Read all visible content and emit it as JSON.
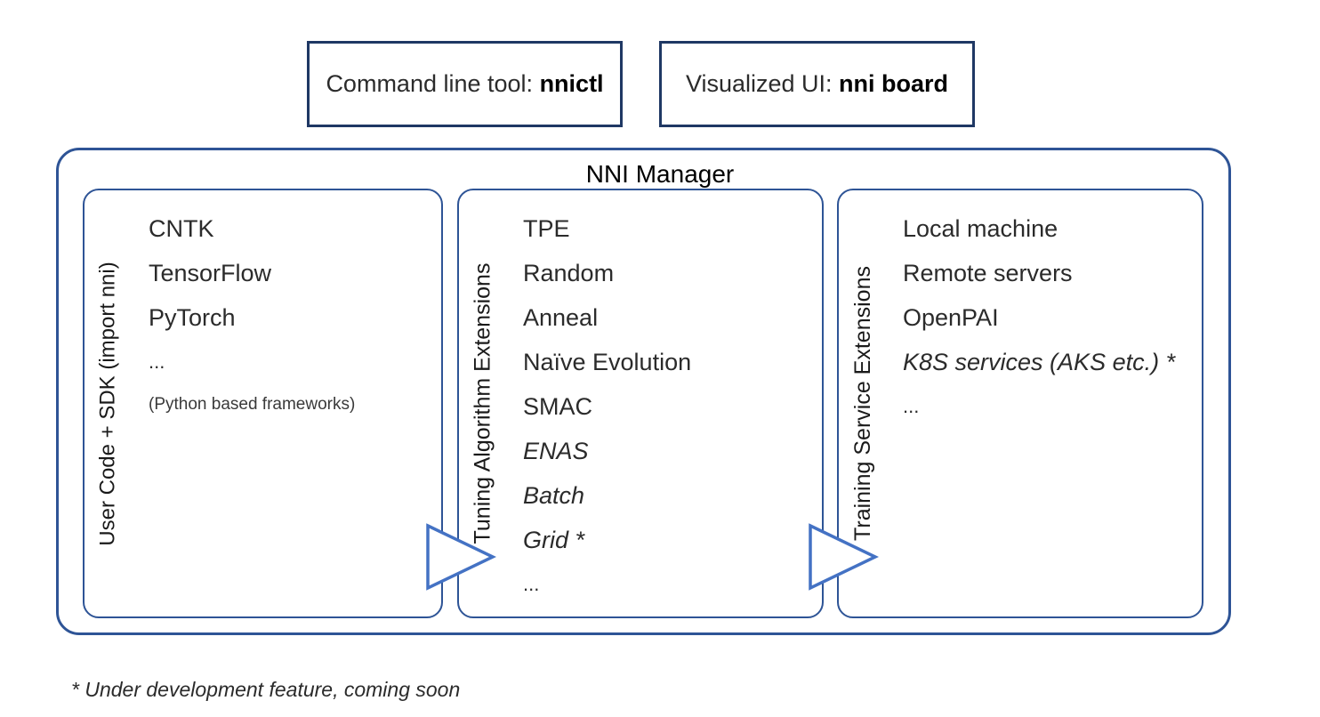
{
  "top_boxes": [
    {
      "prefix": "Command line tool: ",
      "strong": "nnictl",
      "name": "command-line-tool-box"
    },
    {
      "prefix": "Visualized UI: ",
      "strong": "nni board",
      "name": "visualized-ui-box"
    }
  ],
  "manager": {
    "title": "NNI Manager"
  },
  "columns": [
    {
      "vertical_label": "User Code + SDK (import nni)",
      "items": [
        {
          "text": "CNTK",
          "style": "normal"
        },
        {
          "text": "TensorFlow",
          "style": "normal"
        },
        {
          "text": "PyTorch",
          "style": "normal"
        },
        {
          "text": "...",
          "style": "dots"
        },
        {
          "text": "(Python based frameworks)",
          "style": "small"
        }
      ]
    },
    {
      "vertical_label": "Tuning Algorithm Extensions",
      "items": [
        {
          "text": "TPE",
          "style": "normal"
        },
        {
          "text": "Random",
          "style": "normal"
        },
        {
          "text": "Anneal",
          "style": "normal"
        },
        {
          "text": "Naïve Evolution",
          "style": "normal"
        },
        {
          "text": "SMAC",
          "style": "normal"
        },
        {
          "text": "ENAS",
          "style": "italic"
        },
        {
          "text": "Batch",
          "style": "italic"
        },
        {
          "text": "Grid *",
          "style": "italic"
        },
        {
          "text": "...",
          "style": "dots"
        }
      ]
    },
    {
      "vertical_label": "Training Service Extensions",
      "items": [
        {
          "text": "Local machine",
          "style": "normal"
        },
        {
          "text": "Remote servers",
          "style": "normal"
        },
        {
          "text": "OpenPAI",
          "style": "normal"
        },
        {
          "text": "K8S services (AKS etc.) *",
          "style": "italic"
        },
        {
          "text": "...",
          "style": "dots"
        }
      ]
    }
  ],
  "arrows": [
    {
      "name": "arrow-user-to-tuning"
    },
    {
      "name": "arrow-tuning-to-service"
    }
  ],
  "footnote": "* Under development feature, coming soon",
  "colors": {
    "top_box_border": "#1F3864",
    "container_border": "#2E5496",
    "arrow_stroke": "#4472C4",
    "text": "#2b2b2b",
    "background": "#ffffff"
  }
}
